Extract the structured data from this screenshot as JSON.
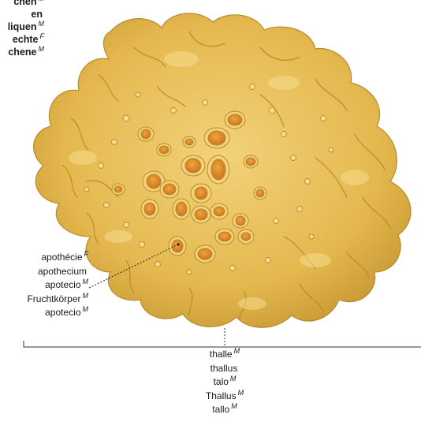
{
  "colors": {
    "thallus_fill": "#e9c25a",
    "thallus_shadow": "#b98a2a",
    "thallus_highlight": "#f6dd8e",
    "apothecium_rim": "#f3d27a",
    "apothecium_disc": "#e08f2a",
    "apothecium_disc_dark": "#c56c14",
    "leader_line": "#333333"
  },
  "title": {
    "lines": [
      {
        "text": "chen",
        "sup": "M"
      },
      {
        "text": "en",
        "sup": ""
      },
      {
        "text": "liquen",
        "sup": "M"
      },
      {
        "text": "echte",
        "sup": "F"
      },
      {
        "text": "chene",
        "sup": "M"
      }
    ]
  },
  "apothecium_label": {
    "lines": [
      {
        "text": "apothécie",
        "sup": "F"
      },
      {
        "text": "apothecium",
        "sup": ""
      },
      {
        "text": "apotecio",
        "sup": "M"
      },
      {
        "text": "Fruchtkörper",
        "sup": "M"
      },
      {
        "text": "apotecio",
        "sup": "M"
      }
    ]
  },
  "thallus_label": {
    "lines": [
      {
        "text": "thalle",
        "sup": "M"
      },
      {
        "text": "thallus",
        "sup": ""
      },
      {
        "text": "talo",
        "sup": "M"
      },
      {
        "text": "Thallus",
        "sup": "M"
      },
      {
        "text": "tallo",
        "sup": "M"
      }
    ]
  }
}
